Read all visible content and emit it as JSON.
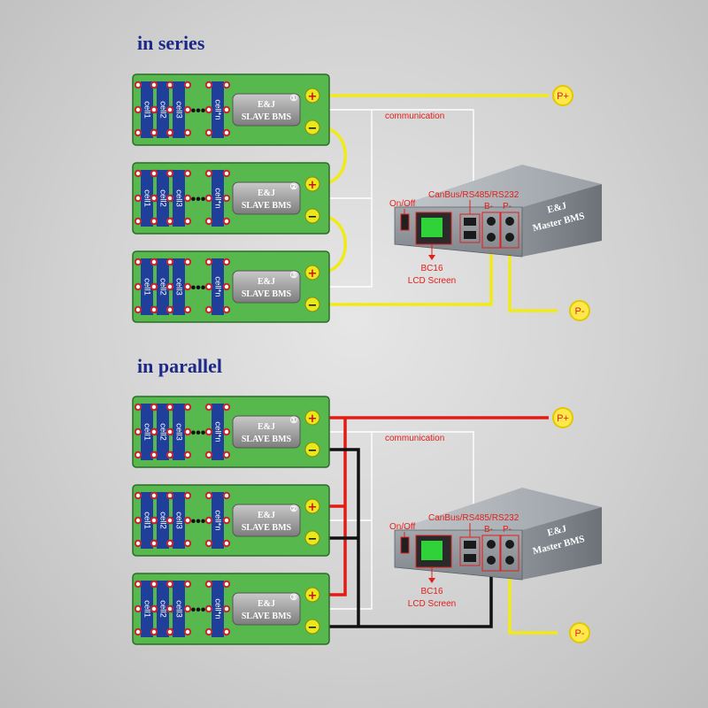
{
  "headings": {
    "series": "in series",
    "parallel": "in parallel"
  },
  "slave_bms": {
    "brand": "E&J",
    "label": "SLAVE BMS",
    "cells": [
      "cell1",
      "cell2",
      "cell3"
    ],
    "cell_n": "cell*n",
    "ellipsis": "•••",
    "units": [
      {
        "index": "①"
      },
      {
        "index": "②"
      },
      {
        "index": "③"
      }
    ]
  },
  "master_bms": {
    "brand": "E&J",
    "label": "Master BMS",
    "on_off": "On/Off",
    "comm_ports": "CanBus/RS485/RS232",
    "b_minus": "B-",
    "p_minus_port": "P-",
    "lcd_model": "BC16",
    "lcd_label": "LCD Screen"
  },
  "communication": "communication",
  "terminals": {
    "p_plus": "P+",
    "p_minus": "P-",
    "plus": "+",
    "minus": "−"
  },
  "colors": {
    "board_green": "#56b84d",
    "wire_yellow": "#f2ea18",
    "wire_red": "#e21c14",
    "wire_black": "#111111",
    "label_red": "#e0201c",
    "heading_blue": "#1c2a86",
    "cell_blue": "#1f3f9a"
  }
}
